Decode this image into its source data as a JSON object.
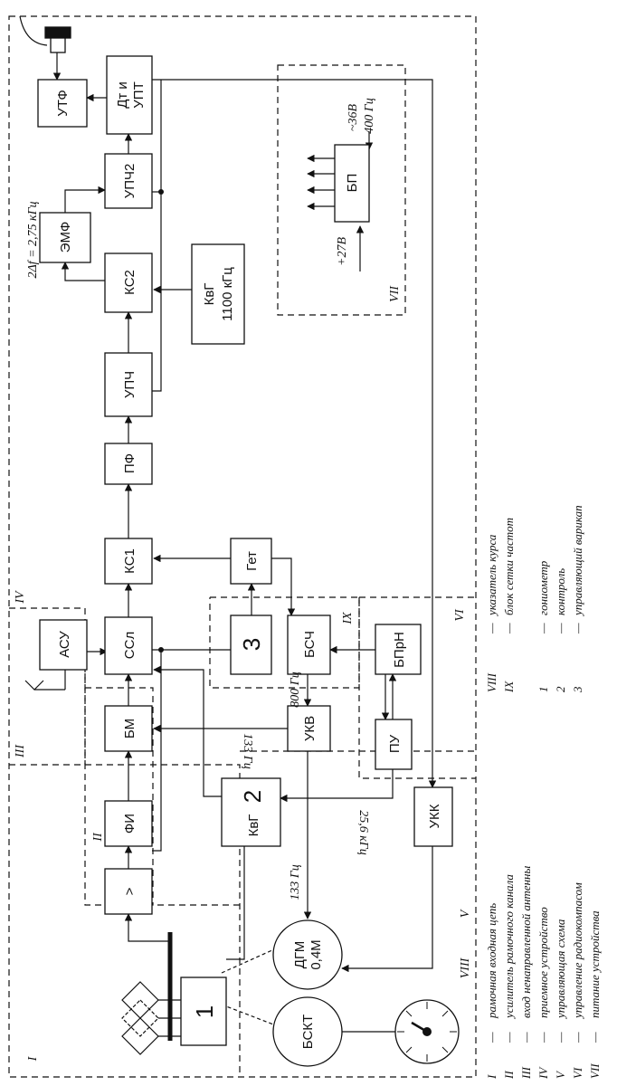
{
  "blocks": {
    "utf": "УТФ",
    "dt_line1": "Дт и",
    "dt_line2": "УПТ",
    "upch2": "УПЧ2",
    "emf": "ЭМФ",
    "ks2": "КС2",
    "upch": "УПЧ",
    "pf": "ПФ",
    "ks1": "КС1",
    "ssl": "ССл",
    "asu": "АСУ",
    "bm": "БМ",
    "fi": "ФИ",
    "amp": ">",
    "kvg1_line1": "КвГ",
    "kvg1_line2": "1100 кГц",
    "get": "Гет",
    "b3": "3",
    "bsch": "БСЧ",
    "bprn": "БПрН",
    "pu": "ПУ",
    "ukv": "УКВ",
    "kvg2_a": "КвГ",
    "kvg2_b": "2",
    "ukk": "УКК",
    "dgm_line1": "ДГМ",
    "dgm_line2": "0,4М",
    "bskt": "БСКТ",
    "b1": "1",
    "bp": "БП"
  },
  "annotations": {
    "bandwidth": "2Δf = 2,75 кГц",
    "v36": "~36В",
    "hz400": "400 Гц",
    "v27": "+27В",
    "f800": "800 Гц",
    "f133": "133 Гц",
    "f133b": "133 Гц",
    "f256": "25,6 кГц"
  },
  "zones": [
    "I",
    "II",
    "III",
    "IV",
    "V",
    "VI",
    "VII",
    "VIII",
    "IX"
  ],
  "legend": {
    "left": [
      {
        "num": "I",
        "dash": "—",
        "text": "рамочная входная цепь"
      },
      {
        "num": "II",
        "dash": "—",
        "text": "усилитель рамочного канала"
      },
      {
        "num": "III",
        "dash": "—",
        "text": "вход ненаправленной антенны"
      },
      {
        "num": "IV",
        "dash": "—",
        "text": "приемное устройство"
      },
      {
        "num": "V",
        "dash": "—",
        "text": "управляющая схема"
      },
      {
        "num": "VI",
        "dash": "—",
        "text": "управление радиокомпасом"
      },
      {
        "num": "VII",
        "dash": "—",
        "text": "питание устройства"
      }
    ],
    "right": [
      {
        "num": "VIII",
        "dash": "—",
        "text": "указатель курса"
      },
      {
        "num": "IX",
        "dash": "—",
        "text": "блок сетки частот"
      },
      {
        "num": "1",
        "dash": "—",
        "text": "гониометр"
      },
      {
        "num": "2",
        "dash": "—",
        "text": "контроль"
      },
      {
        "num": "3",
        "dash": "—",
        "text": "управляющий варикап"
      }
    ]
  }
}
